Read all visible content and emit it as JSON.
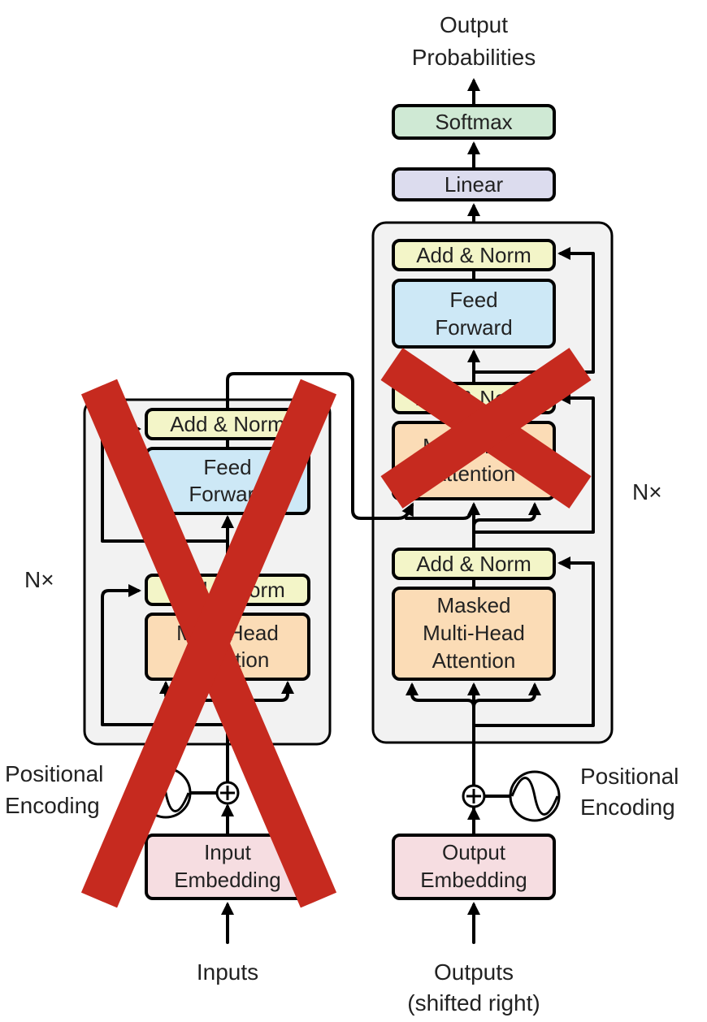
{
  "colors": {
    "stack_bg": "#f2f2f2",
    "add_norm": "#f3f5c8",
    "feed_forward": "#cde8f6",
    "attention": "#fbdcb6",
    "embedding": "#f6dde1",
    "linear": "#dcdcee",
    "softmax": "#cfe9d4",
    "cross_mark": "#c62a1f"
  },
  "output": {
    "line1": "Output",
    "line2": "Probabilities"
  },
  "softmax": "Softmax",
  "linear": "Linear",
  "encoder": {
    "repeat": "N×",
    "add_norm_top": "Add & Norm",
    "feed_forward": [
      "Feed",
      "Forward"
    ],
    "add_norm_bottom": "Add & Norm",
    "attention": [
      "Multi-Head",
      "Attention"
    ],
    "positional": [
      "Positional",
      "Encoding"
    ],
    "embedding": [
      "Input",
      "Embedding"
    ],
    "input_label": "Inputs",
    "crossed_out": true
  },
  "decoder": {
    "repeat": "N×",
    "add_norm_top": "Add & Norm",
    "feed_forward": [
      "Feed",
      "Forward"
    ],
    "add_norm_mid": "Add & Norm",
    "cross_attention": [
      "Multi-Head",
      "Attention"
    ],
    "add_norm_bottom": "Add & Norm",
    "masked_attention": [
      "Masked",
      "Multi-Head",
      "Attention"
    ],
    "positional": [
      "Positional",
      "Encoding"
    ],
    "embedding": [
      "Output",
      "Embedding"
    ],
    "input_label": [
      "Outputs",
      "(shifted right)"
    ],
    "cross_attention_crossed_out": true
  }
}
